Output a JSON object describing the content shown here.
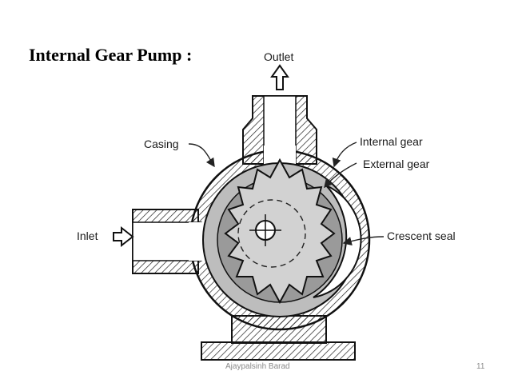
{
  "slide": {
    "title": "Internal Gear Pump :",
    "author": "Ajaypalsinh Barad",
    "page_number": "11"
  },
  "diagram": {
    "labels": {
      "outlet": "Outlet",
      "casing": "Casing",
      "internal_gear": "Internal gear",
      "external_gear": "External gear",
      "inlet": "Inlet",
      "crescent_seal": "Crescent seal"
    }
  }
}
